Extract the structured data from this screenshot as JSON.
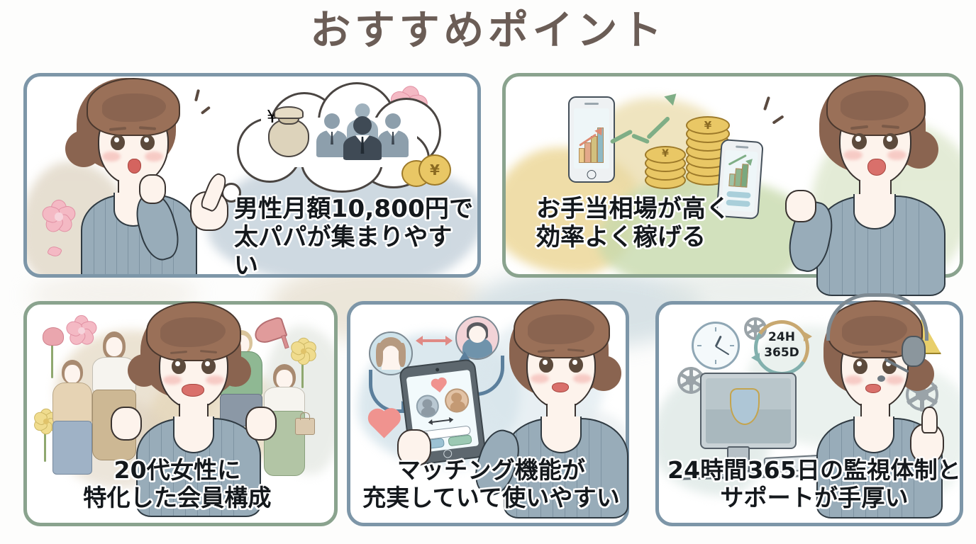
{
  "page": {
    "title": "おすすめポイント",
    "title_color": "#6b5d56",
    "background": "#fdfdfc"
  },
  "cards": [
    {
      "id": "card1",
      "position": "top-left",
      "border_color": "#7d96a8",
      "caption_line1": "男性月額10,800円で",
      "caption_line2": "太パパが集まりやすい",
      "caption": "男性月額10,800円で\n太パパが集まりやすい",
      "illustration": {
        "subject": "surprised-woman-pointing",
        "icons": [
          "thought-bubble",
          "money-bag-yen",
          "businessmen-group",
          "gold-coins",
          "sakura-flower",
          "sparkle-lines"
        ],
        "money_bag_symbol": "¥",
        "coin_symbol": "¥",
        "sweater_color": "#98acb9",
        "hair_color": "#9a7058"
      }
    },
    {
      "id": "card2",
      "position": "top-right",
      "border_color": "#8aa38e",
      "caption_line1": "お手当相場が高く",
      "caption_line2": "効率よく稼げる",
      "caption": "お手当相場が高く\n効率よく稼げる",
      "illustration": {
        "subject": "happy-woman-holding-phone-pointing",
        "icons": [
          "smartphone-chart",
          "rising-arrow",
          "coin-stack",
          "sparkle-lines"
        ],
        "coin_symbol": "¥",
        "arrow_color": "#7fae86",
        "wash_colors": [
          "#ecd898",
          "#c9dcae"
        ]
      }
    },
    {
      "id": "card3",
      "position": "bottom-left",
      "border_color": "#8aa38e",
      "caption_line1": "20代女性に",
      "caption_line2": "特化した会員構成",
      "caption": "20代女性に\n特化した会員構成",
      "illustration": {
        "subject": "smiling-woman-fists-up",
        "icons": [
          "women-crowd",
          "flower",
          "sunflower",
          "tulip",
          "high-heel-shoe",
          "handbag"
        ],
        "crowd_count": 5
      }
    },
    {
      "id": "card4",
      "position": "bottom-center",
      "border_color": "#7d96a8",
      "caption_line1": "マッチング機能が",
      "caption_line2": "充実していて使いやすい",
      "caption": "マッチング機能が\n充実していて使いやすい",
      "illustration": {
        "subject": "woman-holding-tablet-pointing",
        "icons": [
          "avatar-female",
          "avatar-male",
          "double-arrow",
          "curved-arrow",
          "heart",
          "tablet-matching-screen"
        ],
        "heart_color": "#f0938f"
      }
    },
    {
      "id": "card5",
      "position": "bottom-right",
      "border_color": "#7d96a8",
      "caption_line1": "24時間365日の監視体制と",
      "caption_line2": "サポートが手厚い",
      "caption": "24時間365日の監視体制と\nサポートが手厚い",
      "illustration": {
        "subject": "support-agent-headset-thumbs-up",
        "icons": [
          "wall-clock",
          "gear",
          "warning-triangle",
          "shield",
          "monitor",
          "keyboard",
          "headset",
          "cycle-badge"
        ],
        "badge_line1": "24H",
        "badge_line2": "365D",
        "badge_arrow_top_color": "#c8a870",
        "badge_arrow_bottom_color": "#82b0ad"
      }
    }
  ]
}
